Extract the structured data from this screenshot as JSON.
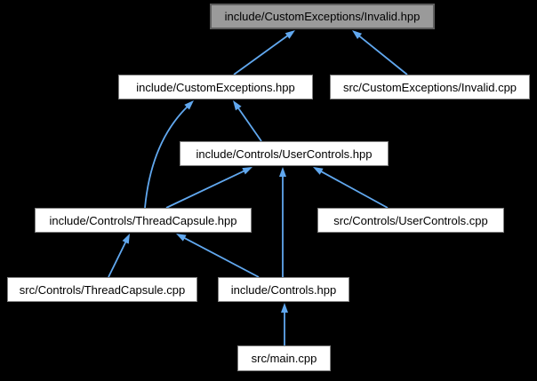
{
  "diagram": {
    "kind": "include-dependency-graph",
    "colors": {
      "background": "#000000",
      "edge": "#61a8ef",
      "node_fill": "#ffffff",
      "node_border": "#808080",
      "highlight_fill": "#9a9a9a",
      "highlight_border": "#5e5e5e",
      "text": "#000000"
    },
    "nodes": [
      {
        "id": "invalid_hpp",
        "label": "include/CustomExceptions/Invalid.hpp",
        "highlighted": true
      },
      {
        "id": "customexceptions_hpp",
        "label": "include/CustomExceptions.hpp",
        "highlighted": false
      },
      {
        "id": "invalid_cpp",
        "label": "src/CustomExceptions/Invalid.cpp",
        "highlighted": false
      },
      {
        "id": "usercontrols_hpp",
        "label": "include/Controls/UserControls.hpp",
        "highlighted": false
      },
      {
        "id": "threadcapsule_hpp",
        "label": "include/Controls/ThreadCapsule.hpp",
        "highlighted": false
      },
      {
        "id": "usercontrols_cpp",
        "label": "src/Controls/UserControls.cpp",
        "highlighted": false
      },
      {
        "id": "threadcapsule_cpp",
        "label": "src/Controls/ThreadCapsule.cpp",
        "highlighted": false
      },
      {
        "id": "controls_hpp",
        "label": "include/Controls.hpp",
        "highlighted": false
      },
      {
        "id": "main_cpp",
        "label": "src/main.cpp",
        "highlighted": false
      }
    ],
    "edges": [
      {
        "from": "customexceptions_hpp",
        "to": "invalid_hpp"
      },
      {
        "from": "invalid_cpp",
        "to": "invalid_hpp"
      },
      {
        "from": "usercontrols_hpp",
        "to": "customexceptions_hpp"
      },
      {
        "from": "threadcapsule_hpp",
        "to": "customexceptions_hpp"
      },
      {
        "from": "threadcapsule_hpp",
        "to": "usercontrols_hpp"
      },
      {
        "from": "controls_hpp",
        "to": "usercontrols_hpp"
      },
      {
        "from": "usercontrols_cpp",
        "to": "usercontrols_hpp"
      },
      {
        "from": "threadcapsule_cpp",
        "to": "threadcapsule_hpp"
      },
      {
        "from": "controls_hpp",
        "to": "threadcapsule_hpp"
      },
      {
        "from": "main_cpp",
        "to": "controls_hpp"
      }
    ]
  }
}
